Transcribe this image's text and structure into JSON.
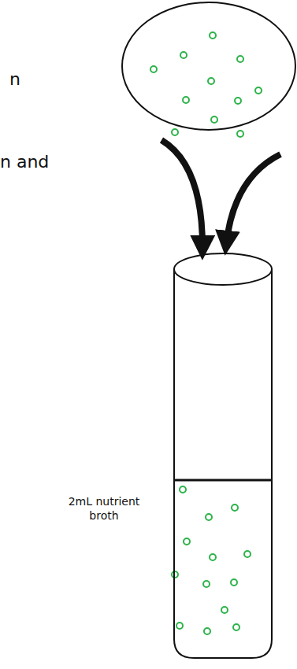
{
  "diagram": {
    "labels": [
      "n",
      "n and",
      "2mL nutrient broth"
    ]
  }
}
